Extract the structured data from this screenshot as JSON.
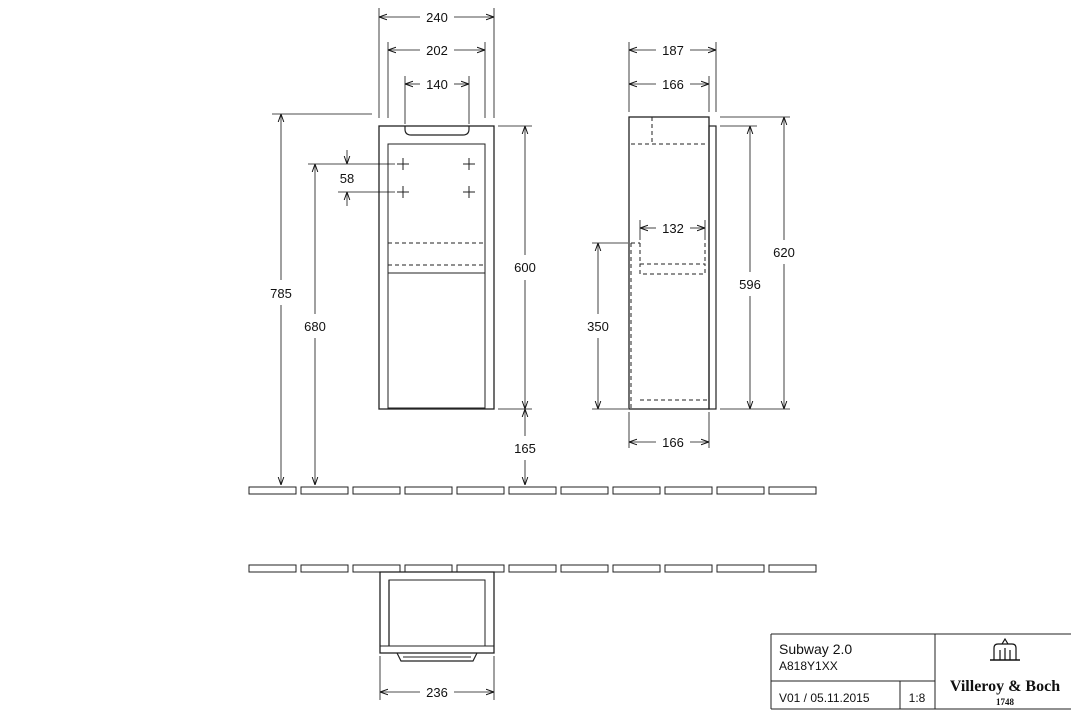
{
  "dimensions": {
    "front_width_outer": "240",
    "front_width_inner": "202",
    "front_handle_width": "140",
    "front_height_total": "785",
    "front_height_mount": "680",
    "front_hole_spacing": "58",
    "front_height_body": "600",
    "front_floor_clearance": "165",
    "side_depth_outer": "187",
    "side_depth_inner": "166",
    "side_shelf_depth": "132",
    "side_shelf_height": "350",
    "side_height_inner": "596",
    "side_height_outer": "620",
    "side_depth_bottom": "166",
    "plan_width": "236"
  },
  "title_block": {
    "product_name": "Subway 2.0",
    "article_number": "A818Y1XX",
    "version_date": "V01 / 05.11.2015",
    "scale": "1:8",
    "brand": "Villeroy & Boch",
    "founded": "1748"
  }
}
